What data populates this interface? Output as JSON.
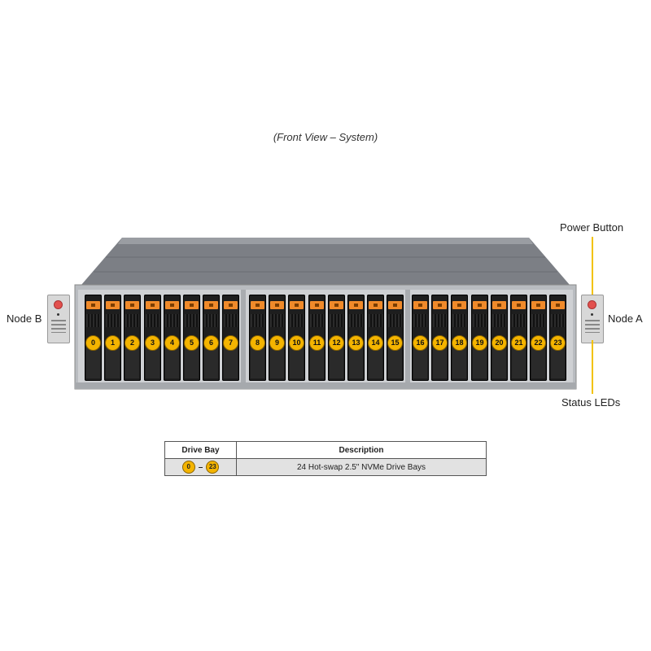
{
  "caption": "(Front View – System)",
  "labels": {
    "node_b": "Node B",
    "node_a": "Node A",
    "power_button": "Power Button",
    "status_leds": "Status LEDs"
  },
  "bays": [
    "0",
    "1",
    "2",
    "3",
    "4",
    "5",
    "6",
    "7",
    "8",
    "9",
    "10",
    "11",
    "12",
    "13",
    "14",
    "15",
    "16",
    "17",
    "18",
    "19",
    "20",
    "21",
    "22",
    "23"
  ],
  "table": {
    "headers": {
      "drive_bay": "Drive Bay",
      "description": "Description"
    },
    "row": {
      "bay_start": "0",
      "bay_end": "23",
      "description": "24 Hot-swap 2.5\" NVMe Drive Bays"
    }
  },
  "colors": {
    "callout": "#f2c200",
    "bay_badge": "#f4b400",
    "latch": "#f08a2a"
  }
}
